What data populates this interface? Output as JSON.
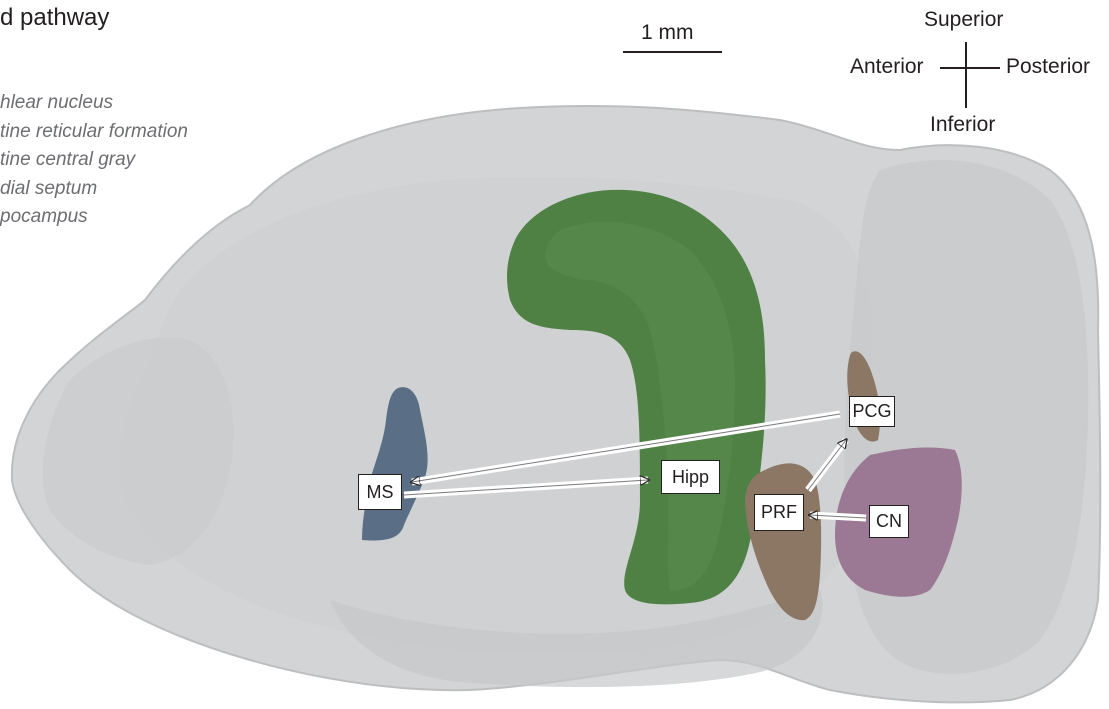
{
  "title": "d pathway",
  "legend": [
    "hlear nucleus",
    "tine reticular formation",
    "tine central gray",
    "dial septum",
    "pocampus"
  ],
  "scale_bar": {
    "label": "1 mm"
  },
  "compass": {
    "superior": "Superior",
    "inferior": "Inferior",
    "anterior": "Anterior",
    "posterior": "Posterior"
  },
  "regions": {
    "ms": {
      "label": "MS",
      "color": "#5a6f86"
    },
    "hipp": {
      "label": "Hipp",
      "color": "#4f8044"
    },
    "prf": {
      "label": "PRF",
      "color": "#8c7765"
    },
    "pcg": {
      "label": "PCG",
      "color": "#8c7765"
    },
    "cn": {
      "label": "CN",
      "color": "#9b7893"
    }
  },
  "brain_color": "#d3d4d6"
}
